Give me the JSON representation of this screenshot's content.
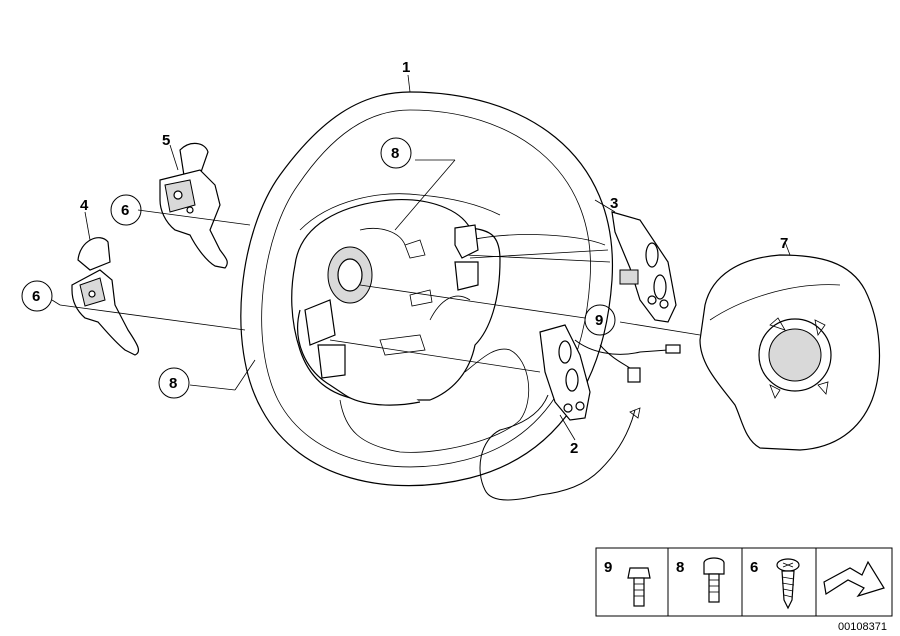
{
  "callouts": {
    "c1": "1",
    "c2": "2",
    "c3": "3",
    "c4": "4",
    "c5": "5",
    "c6a": "6",
    "c6b": "6",
    "c7": "7",
    "c8a": "8",
    "c8b": "8",
    "c9": "9"
  },
  "legend": {
    "item9": "9",
    "item8": "8",
    "item6": "6"
  },
  "diagram_code": "00108371"
}
